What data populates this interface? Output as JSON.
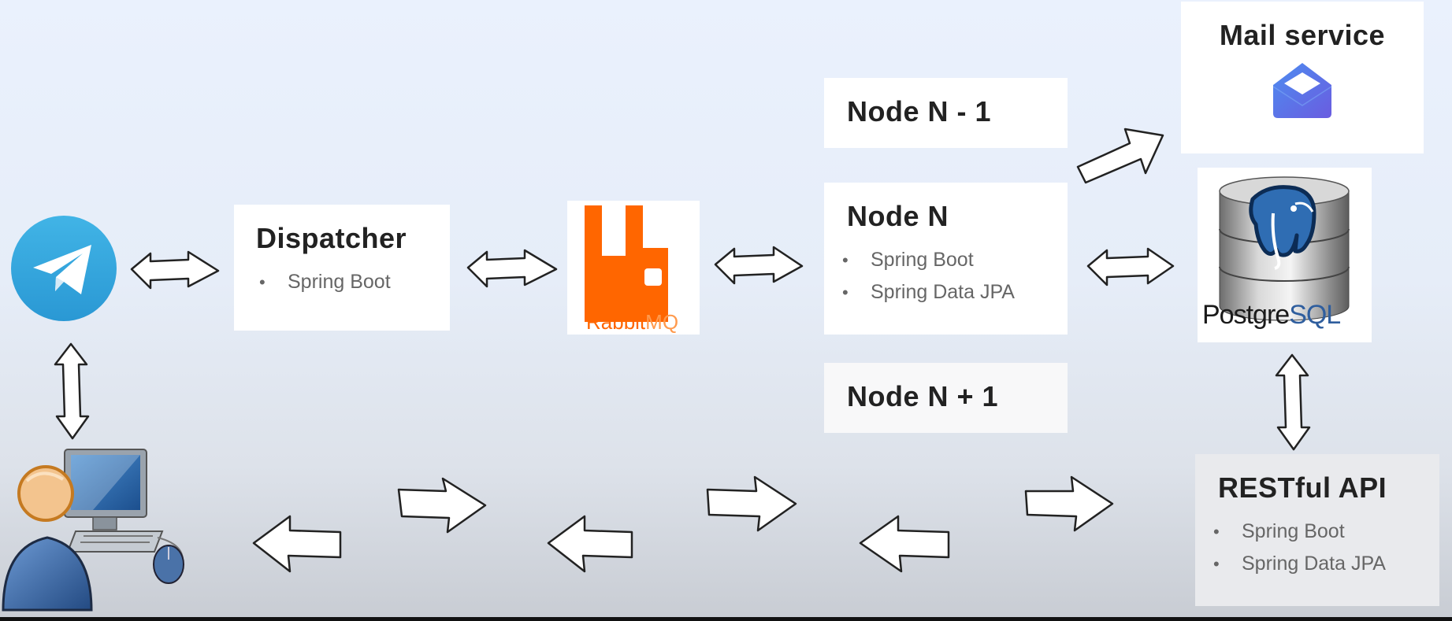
{
  "dispatcher": {
    "title": "Dispatcher",
    "items": [
      "Spring Boot"
    ]
  },
  "rabbitmq": {
    "label_a": "Rabbit",
    "label_b": "MQ",
    "brand_color": "#ff6600"
  },
  "nodes": {
    "prev": {
      "title": "Node N - 1"
    },
    "current": {
      "title": "Node N",
      "items": [
        "Spring Boot",
        "Spring Data JPA"
      ]
    },
    "next": {
      "title": "Node N + 1"
    }
  },
  "mail": {
    "title": "Mail service",
    "icon": "mail-envelope-icon",
    "color": "#5b7fe8"
  },
  "postgres": {
    "label_a": "Postgre",
    "label_b": "SQL",
    "icon": "postgresql-database-icon",
    "elephant_color": "#2f6db3"
  },
  "rest": {
    "title": "RESTful API",
    "items": [
      "Spring Boot",
      "Spring Data JPA"
    ]
  },
  "telegram": {
    "icon": "telegram-icon",
    "color": "#35a8e0"
  },
  "user": {
    "icon": "user-at-computer-icon"
  }
}
